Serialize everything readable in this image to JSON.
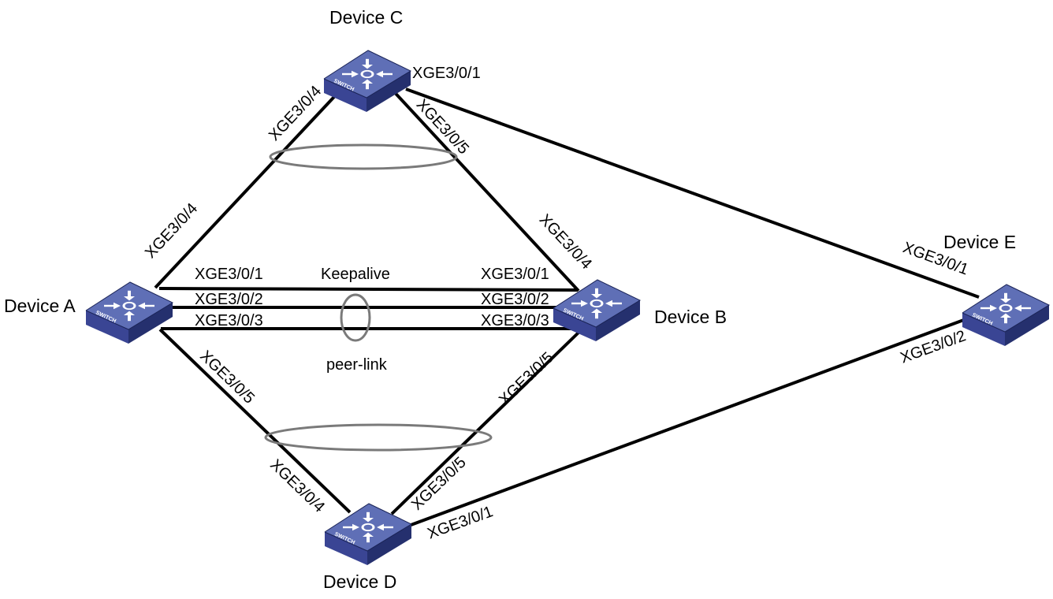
{
  "devices": {
    "a": {
      "name": "Device A",
      "badge": "SWITCH"
    },
    "b": {
      "name": "Device B",
      "badge": "SWITCH"
    },
    "c": {
      "name": "Device C",
      "badge": "SWITCH"
    },
    "d": {
      "name": "Device D",
      "badge": "SWITCH"
    },
    "e": {
      "name": "Device E",
      "badge": "SWITCH"
    }
  },
  "links": {
    "keepalive": {
      "label": "Keepalive",
      "a_port": "XGE3/0/1",
      "b_port": "XGE3/0/1"
    },
    "peer_link": {
      "label": "peer-link",
      "member1": {
        "a_port": "XGE3/0/2",
        "b_port": "XGE3/0/2"
      },
      "member2": {
        "a_port": "XGE3/0/3",
        "b_port": "XGE3/0/3"
      }
    },
    "a_c": {
      "a_port": "XGE3/0/4",
      "c_port": "XGE3/0/4"
    },
    "b_c": {
      "b_port": "XGE3/0/4",
      "c_port": "XGE3/0/5"
    },
    "c_e": {
      "c_port": "XGE3/0/1",
      "e_port": "XGE3/0/1"
    },
    "a_d": {
      "a_port": "XGE3/0/5",
      "d_port": "XGE3/0/4"
    },
    "b_d": {
      "b_port": "XGE3/0/5",
      "d_port": "XGE3/0/5"
    },
    "d_e": {
      "d_port": "XGE3/0/1",
      "e_port": "XGE3/0/2"
    }
  },
  "colors": {
    "switch_top": "#5f6fb6",
    "switch_side": "#3a4594",
    "link": "#000000",
    "aggregation_ring": "#7a7a7a"
  }
}
